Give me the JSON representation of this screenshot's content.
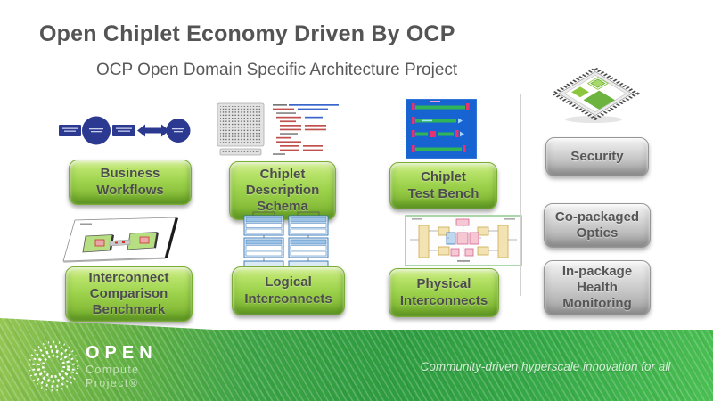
{
  "slide": {
    "title": "Open Chiplet Economy Driven By OCP",
    "subtitle": "OCP Open Domain Specific Architecture Project"
  },
  "workstreams": [
    {
      "label": "Business\nWorkflows",
      "icon": "business-workflow-icon"
    },
    {
      "label": "Chiplet\nDescription\nSchema",
      "icon": "chiplet-package-and-code-icon"
    },
    {
      "label": "Chiplet\nTest Bench",
      "icon": "test-bench-icon"
    },
    {
      "label": "Interconnect\nComparison\nBenchmark",
      "icon": "interconnect-board-icon"
    },
    {
      "label": "Logical\nInterconnects",
      "icon": "logical-stack-icon"
    },
    {
      "label": "Physical\nInterconnects",
      "icon": "physical-schematic-icon"
    }
  ],
  "future_areas": [
    {
      "label": "Security"
    },
    {
      "label": "Co-packaged\nOptics"
    },
    {
      "label": "In-package\nHealth\nMonitoring"
    }
  ],
  "footer": {
    "logo_primary": "OPEN",
    "logo_secondary": "Compute",
    "logo_tertiary": "Project®",
    "tagline": "Community-driven hyperscale innovation for all"
  },
  "colors": {
    "brand_green": "#8cc63f",
    "footer_green_dark": "#2f9e41",
    "button_gray": "#bcbcbc",
    "title_gray": "#545454"
  }
}
